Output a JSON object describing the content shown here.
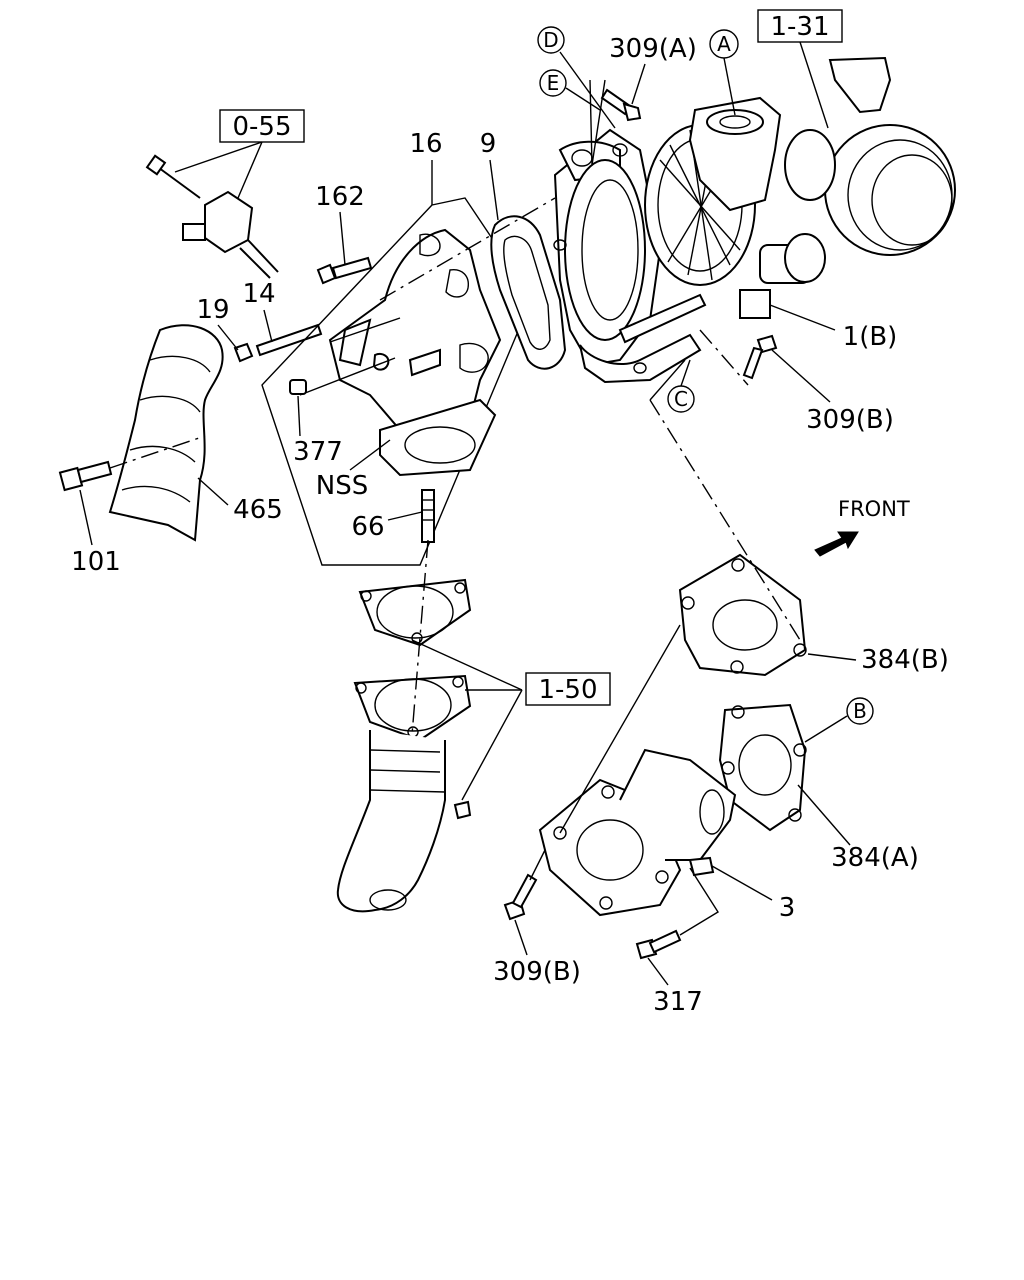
{
  "diagram": {
    "part_labels": {
      "p16": "16",
      "p9": "9",
      "p162": "162",
      "p19": "19",
      "p14": "14",
      "p377": "377",
      "pnss": "NSS",
      "p465": "465",
      "p101": "101",
      "p66": "66",
      "p309a": "309(A)",
      "p1b": "1(B)",
      "p309b_top": "309(B)",
      "p384b": "384(B)",
      "p384a": "384(A)",
      "p3": "3",
      "p309b_bottom": "309(B)",
      "p317": "317"
    },
    "ref_boxes": {
      "r055": "0-55",
      "r131": "1-31",
      "r150": "1-50"
    },
    "circle_markers": {
      "a": "A",
      "b": "B",
      "c": "C",
      "d": "D",
      "e": "E"
    },
    "front_label": "FRONT"
  }
}
